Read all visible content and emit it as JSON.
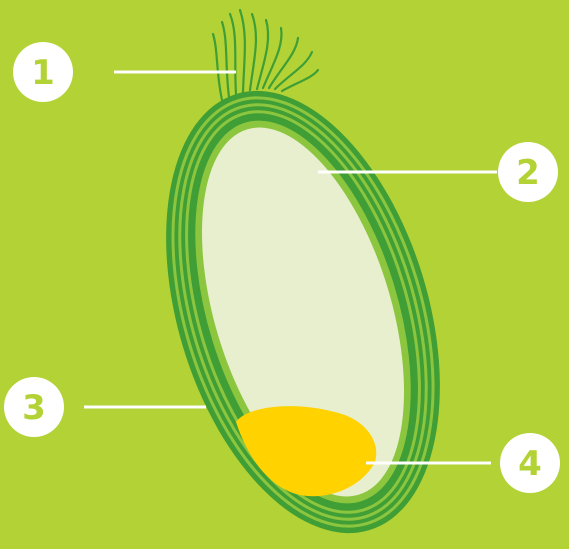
{
  "colors": {
    "background": "#b2d235",
    "dark_green": "#3f9e35",
    "mid_green": "#8cc63f",
    "inner_cream": "#e8efcf",
    "embryo_yellow": "#ffd200",
    "callout": "#ffffff",
    "badge_text": "#b2d235"
  },
  "callouts": [
    {
      "number": "1"
    },
    {
      "number": "2"
    },
    {
      "number": "3"
    },
    {
      "number": "4"
    }
  ]
}
